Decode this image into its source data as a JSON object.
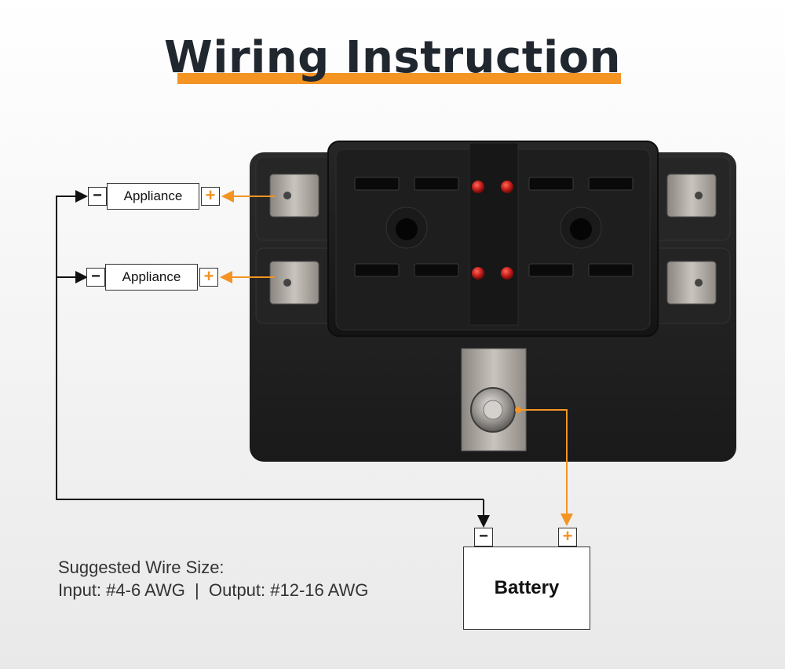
{
  "title": "Wiring Instruction",
  "appliances": [
    {
      "label": "Appliance",
      "negative": "−",
      "positive": "+"
    },
    {
      "label": "Appliance",
      "negative": "−",
      "positive": "+"
    }
  ],
  "battery": {
    "label": "Battery",
    "negative": "−",
    "positive": "+"
  },
  "wire_note": {
    "line1": "Suggested Wire Size:",
    "line2": "Input: #4-6 AWG  |  Output: #12-16 AWG"
  },
  "colors": {
    "accent": "#f39423",
    "title_text": "#20272f",
    "negative_wire": "#111111",
    "positive_wire": "#f39423",
    "led": "#c8201c"
  },
  "icons": [
    "fuse-block-image",
    "arrow-icon"
  ]
}
